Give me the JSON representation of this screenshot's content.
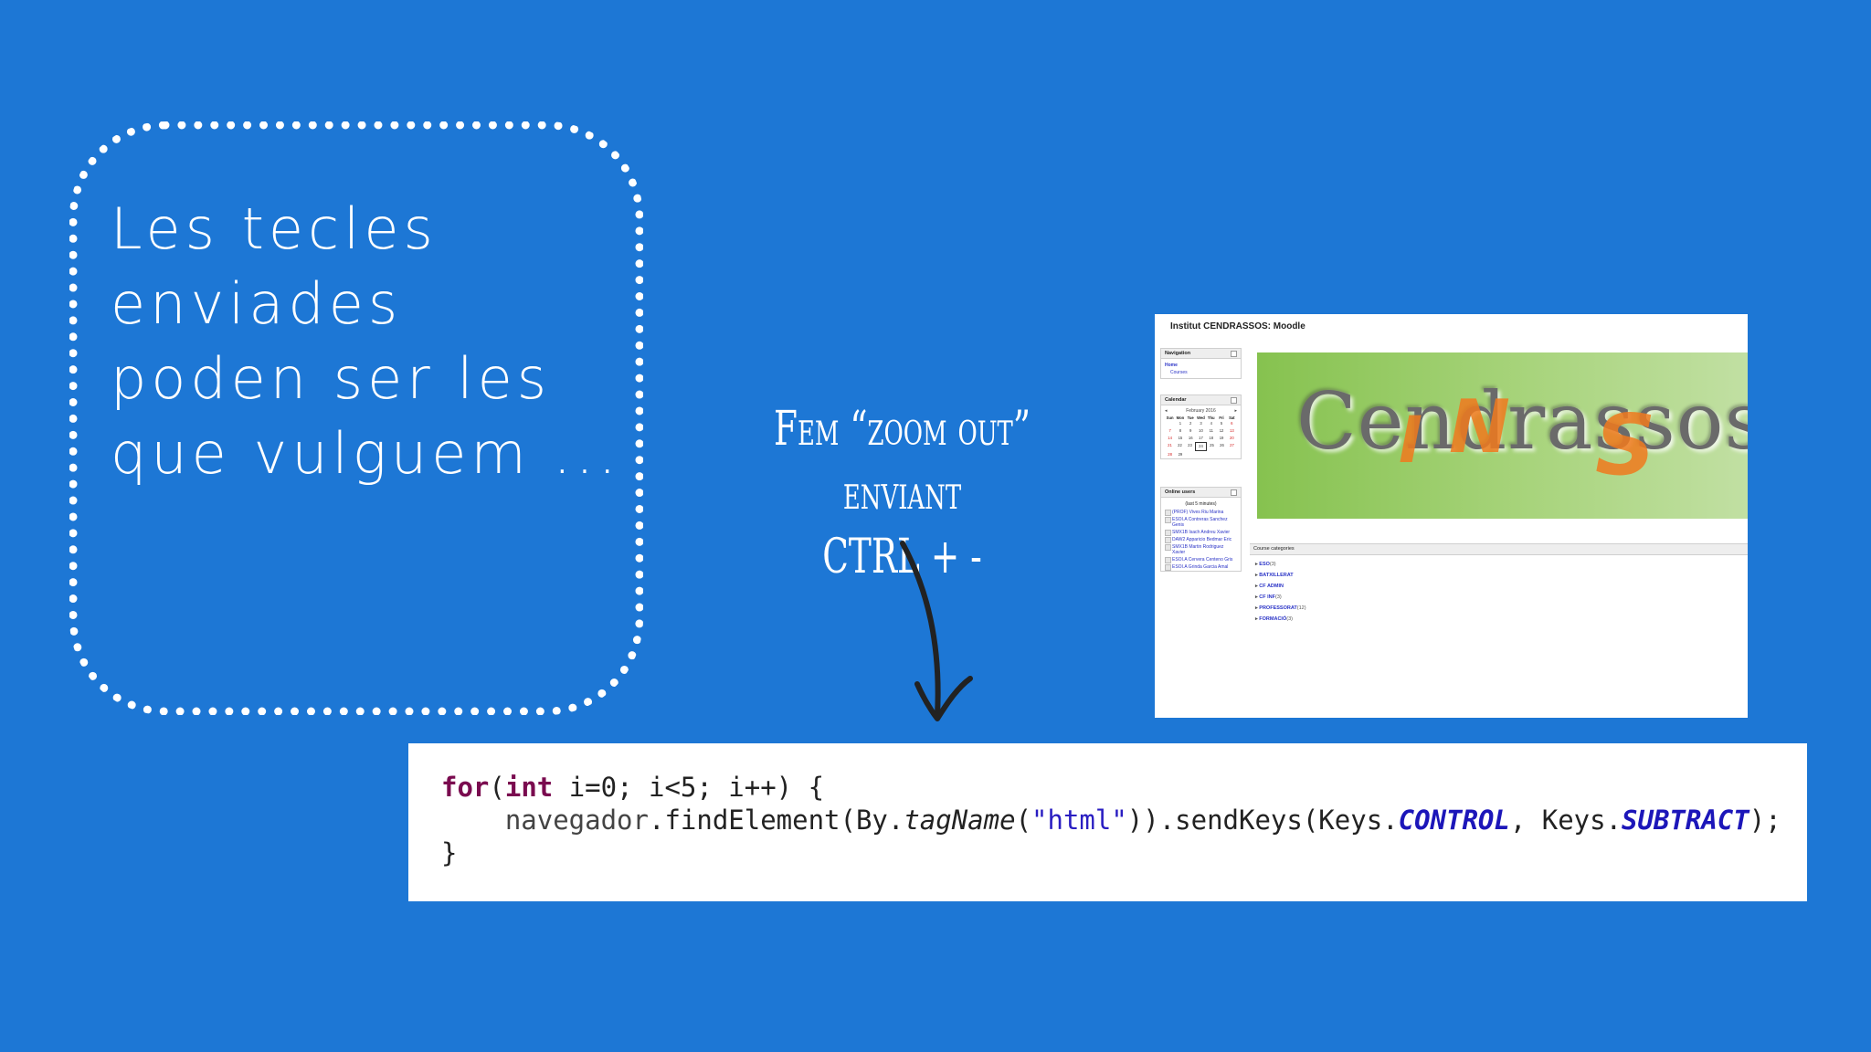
{
  "slide": {
    "main_text": "Les tecles enviades poden ser les que vulguem ...",
    "note_line1": "Fem “zoom out” enviant",
    "note_line2": "CTRL + -"
  },
  "screenshot": {
    "title": "Institut CENDRASSOS: Moodle",
    "navigation": {
      "header": "Navigation",
      "home": "Home",
      "courses": "Courses"
    },
    "calendar": {
      "header": "Calendar",
      "month": "February 2016",
      "days": [
        "Sun",
        "Mon",
        "Tue",
        "Wed",
        "Thu",
        "Fri",
        "Sat"
      ],
      "weeks": [
        [
          "",
          "1",
          "2",
          "3",
          "4",
          "5",
          "6"
        ],
        [
          "7",
          "8",
          "9",
          "10",
          "11",
          "12",
          "13"
        ],
        [
          "14",
          "15",
          "16",
          "17",
          "18",
          "19",
          "20"
        ],
        [
          "21",
          "22",
          "23",
          "24",
          "25",
          "26",
          "27"
        ],
        [
          "28",
          "29",
          "",
          "",
          "",
          "",
          ""
        ]
      ],
      "today": "24"
    },
    "online_users": {
      "header": "Online users",
      "caption": "(last 5 minutes)",
      "users": [
        "(PROF) Vives Riu Marina",
        "ESOI.A Contreras Sanchez Genis",
        "SMX1B Isach Andreu Xavier",
        "DAW2 Apparicio Bedmar Eric",
        "SMX1B Martin Rodriguez Xavier",
        "ESOI.A Cervera Centeno Gris",
        "ESOI.A Grinda Garcia Amal"
      ]
    },
    "banner_text": "Cendrassos",
    "banner_mark": [
      "I",
      "N",
      "S"
    ],
    "categories": {
      "header": "Course categories",
      "items": [
        {
          "name": "ESO",
          "count": "(3)"
        },
        {
          "name": "BATXILLERAT",
          "count": ""
        },
        {
          "name": "CF ADMIN",
          "count": ""
        },
        {
          "name": "CF INF",
          "count": "(3)"
        },
        {
          "name": "PROFESSORAT",
          "count": "(12)"
        },
        {
          "name": "FORMACIÓ",
          "count": "(3)"
        }
      ]
    }
  },
  "code": {
    "for_kw": "for",
    "paren_open": "(",
    "int_kw": "int",
    "loop_rest": " i=0; i<5; i++) {",
    "indent": "    ",
    "obj": "navegador",
    "call1": ".findElement(By.",
    "method": "tagName",
    "call2": "(",
    "str": "\"html\"",
    "call3": ")).sendKeys(Keys.",
    "const1": "CONTROL",
    "sep": ", Keys.",
    "const2": "SUBTRACT",
    "end": ");",
    "close": "}"
  },
  "colors": {
    "background": "#1d77d5",
    "keyword": "#7a0b4f",
    "string": "#2a1ec2",
    "constant": "#1c16b9"
  }
}
